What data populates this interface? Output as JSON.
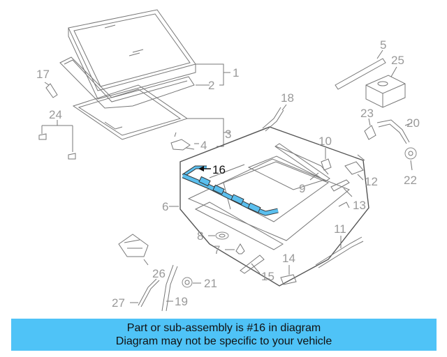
{
  "diagram": {
    "highlight_color": "#5bbfee",
    "callouts": [
      {
        "id": "c1",
        "text": "1"
      },
      {
        "id": "c2",
        "text": "2"
      },
      {
        "id": "c3",
        "text": "3"
      },
      {
        "id": "c4",
        "text": "4"
      },
      {
        "id": "c5",
        "text": "5"
      },
      {
        "id": "c6",
        "text": "6"
      },
      {
        "id": "c7",
        "text": "7"
      },
      {
        "id": "c8",
        "text": "8"
      },
      {
        "id": "c9",
        "text": "9"
      },
      {
        "id": "c10",
        "text": "10"
      },
      {
        "id": "c11",
        "text": "11"
      },
      {
        "id": "c12",
        "text": "12"
      },
      {
        "id": "c13",
        "text": "13"
      },
      {
        "id": "c14",
        "text": "14"
      },
      {
        "id": "c15",
        "text": "15"
      },
      {
        "id": "c16",
        "text": "16",
        "highlighted": true
      },
      {
        "id": "c17",
        "text": "17"
      },
      {
        "id": "c18",
        "text": "18"
      },
      {
        "id": "c19",
        "text": "19"
      },
      {
        "id": "c20",
        "text": "20"
      },
      {
        "id": "c21",
        "text": "21"
      },
      {
        "id": "c22",
        "text": "22"
      },
      {
        "id": "c23",
        "text": "23"
      },
      {
        "id": "c24",
        "text": "24"
      },
      {
        "id": "c25",
        "text": "25"
      },
      {
        "id": "c26",
        "text": "26"
      },
      {
        "id": "c27",
        "text": "27"
      }
    ]
  },
  "banner": {
    "line1": "Part or sub-assembly is #16 in diagram",
    "line2": "Diagram may not be specific to your vehicle",
    "color": "#4fc3f7"
  }
}
